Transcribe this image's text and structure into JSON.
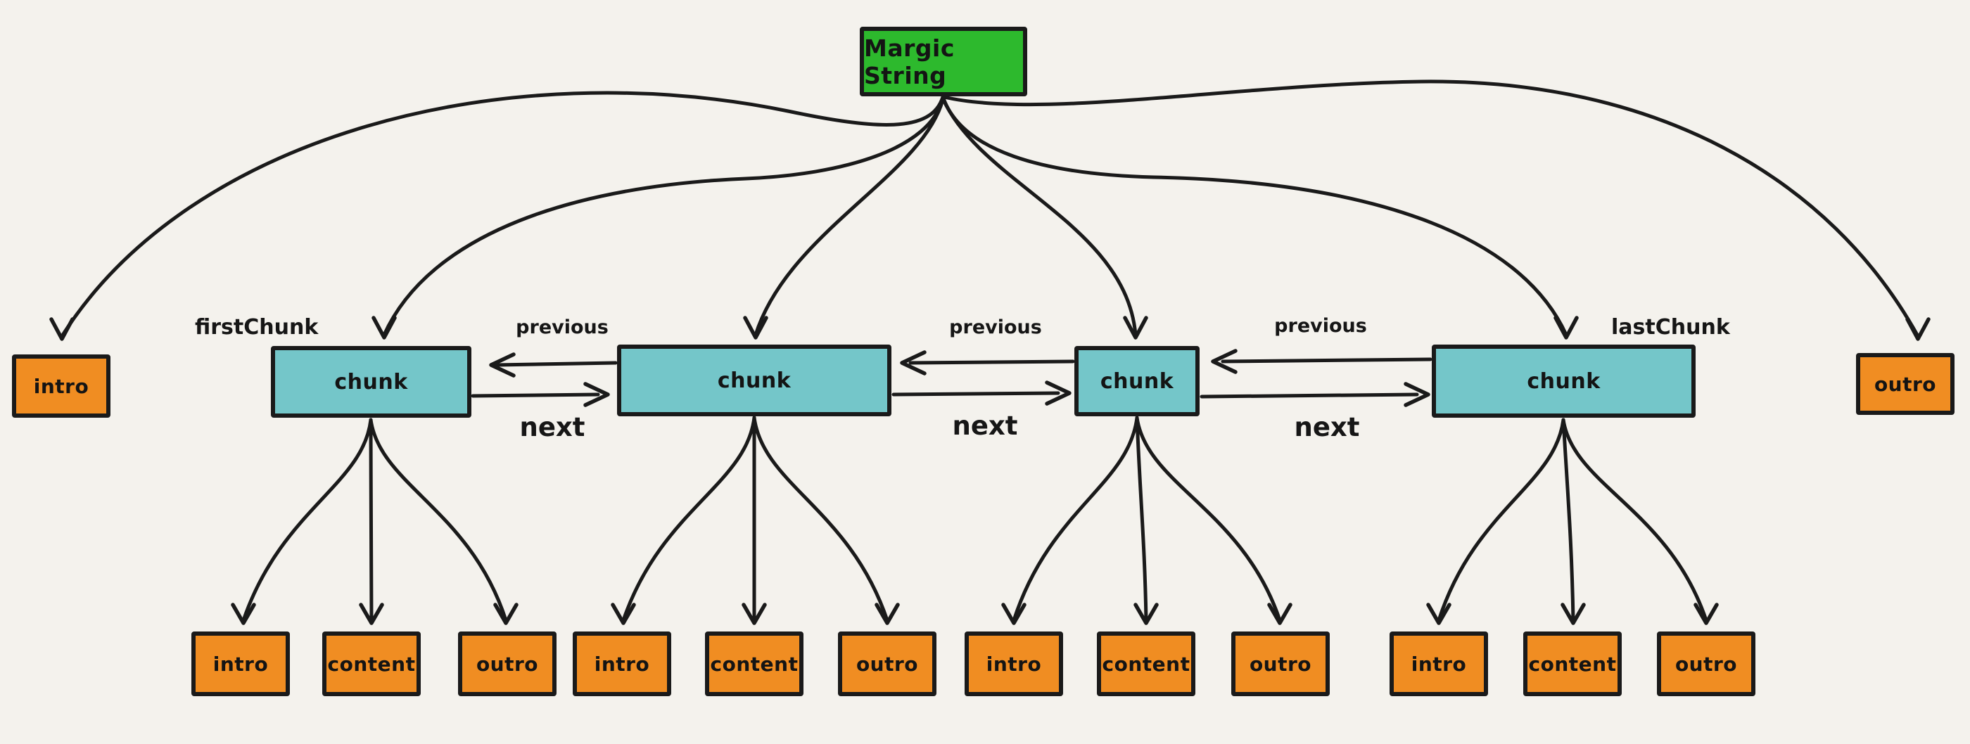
{
  "colors": {
    "background": "#f4f2ed",
    "root_green": "#2db92d",
    "chunk_teal": "#74c6c9",
    "leaf_orange": "#f08d22",
    "stroke": "#1a1a1a"
  },
  "root": {
    "label": "Margic String"
  },
  "pointer_labels": {
    "first_chunk": "firstChunk",
    "last_chunk": "lastChunk"
  },
  "side_nodes": {
    "intro": {
      "label": "intro"
    },
    "outro": {
      "label": "outro"
    }
  },
  "chunks": [
    {
      "label": "chunk"
    },
    {
      "label": "chunk"
    },
    {
      "label": "chunk"
    },
    {
      "label": "chunk"
    }
  ],
  "links": [
    {
      "previous": "previous",
      "next": "next"
    },
    {
      "previous": "previous",
      "next": "next"
    },
    {
      "previous": "previous",
      "next": "next"
    }
  ],
  "groups": [
    {
      "items": [
        {
          "label": "intro"
        },
        {
          "label": "content"
        },
        {
          "label": "outro"
        }
      ]
    },
    {
      "items": [
        {
          "label": "intro"
        },
        {
          "label": "content"
        },
        {
          "label": "outro"
        }
      ]
    },
    {
      "items": [
        {
          "label": "intro"
        },
        {
          "label": "content"
        },
        {
          "label": "outro"
        }
      ]
    },
    {
      "items": [
        {
          "label": "intro"
        },
        {
          "label": "content"
        },
        {
          "label": "outro"
        }
      ]
    }
  ]
}
